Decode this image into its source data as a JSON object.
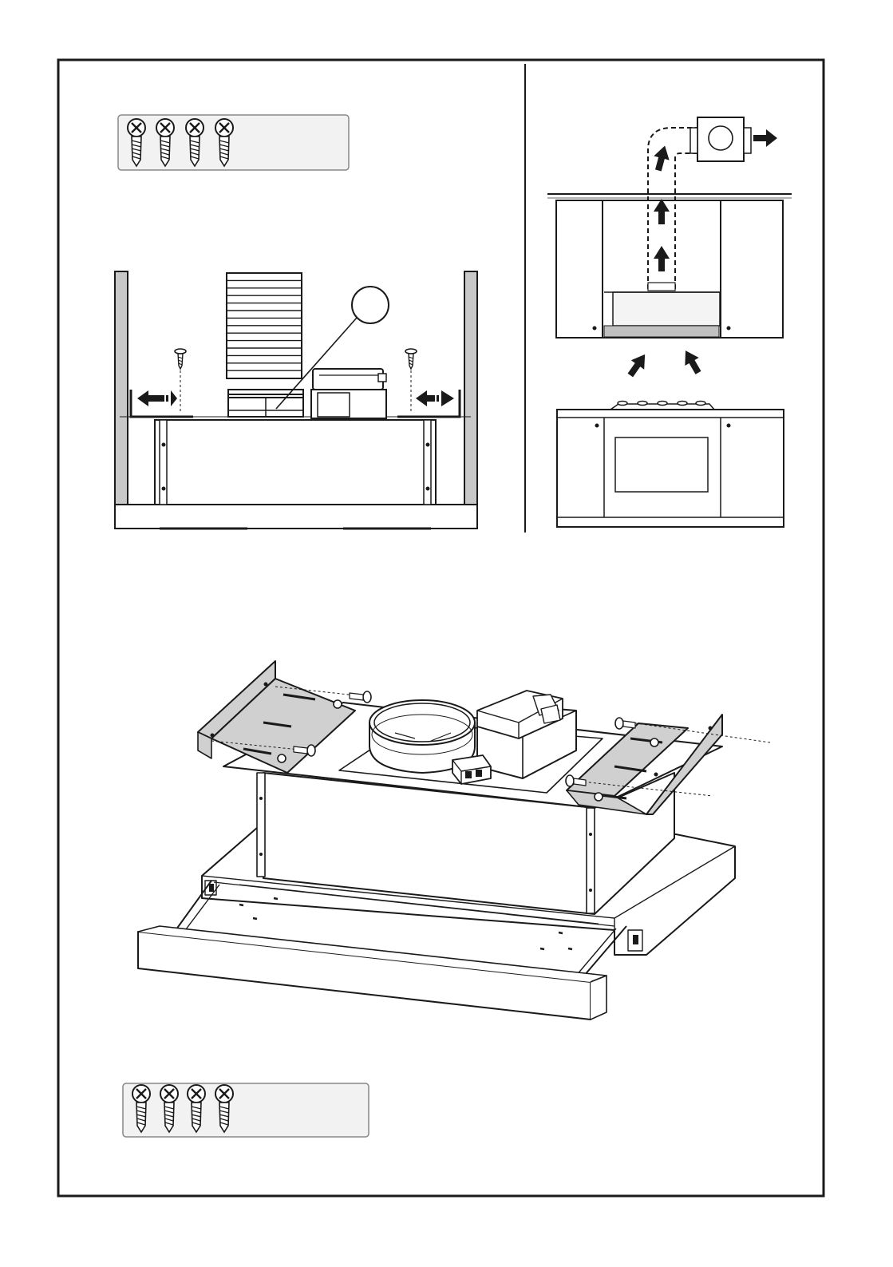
{
  "page": {
    "background": "#ffffff",
    "line_color": "#1a1a1a",
    "panel_gray": "#c8c8c8",
    "box_fill": "#f2f2f2"
  },
  "top_screw_kit": {
    "count": 4,
    "icon": "screw-icon"
  },
  "bottom_screw_kit": {
    "count": 4,
    "icon": "screw-icon"
  },
  "front_view": {
    "shelf_icon": "slatted-panel",
    "callout_icon": "empty-callout-circle",
    "arrows": [
      "double-arrow-left",
      "double-arrow-right"
    ],
    "screws": 2
  },
  "ducting_view": {
    "arrows_up": 3,
    "arrow_out": "arrow-right",
    "arrows_in": 2,
    "fan_icon": "fan-box"
  },
  "perspective_view": {
    "brackets": 2,
    "screws": 4,
    "icon": "slide-out-hood"
  }
}
